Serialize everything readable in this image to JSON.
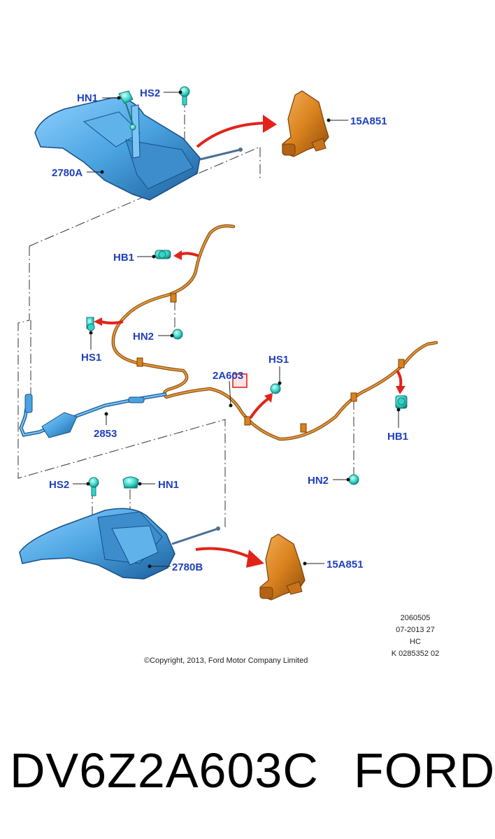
{
  "labels": {
    "hn1_top": "HN1",
    "hs2_top": "HS2",
    "p15a851_top": "15A851",
    "p2780a": "2780A",
    "hb1_left": "HB1",
    "hs1_left": "HS1",
    "hn2_mid": "HN2",
    "p2a603": "2A603",
    "hs1_right": "HS1",
    "p2853": "2853",
    "hb1_right": "HB1",
    "hn2_right": "HN2",
    "hs2_bottom": "HS2",
    "hn1_bottom": "HN1",
    "p2780b": "2780B",
    "p15a851_bottom": "15A851"
  },
  "reference": {
    "line1": "2060505",
    "line2": "07-2013 27",
    "line3": "HC",
    "line4": "K 0285352 02"
  },
  "copyright": "©Copyright, 2013, Ford Motor Company Limited",
  "caption": {
    "part_number": "DV6Z2A603C",
    "brand": "FORD"
  },
  "colors": {
    "label_text": "#1f3fbf",
    "lever_blue": "#4aa3e0",
    "bracket_orange": "#d9821e",
    "cable_orange": "#c96f1a",
    "fastener_cyan": "#34d3c8",
    "arrow_red": "#e2231a",
    "highlight_box": "#e2231a"
  }
}
